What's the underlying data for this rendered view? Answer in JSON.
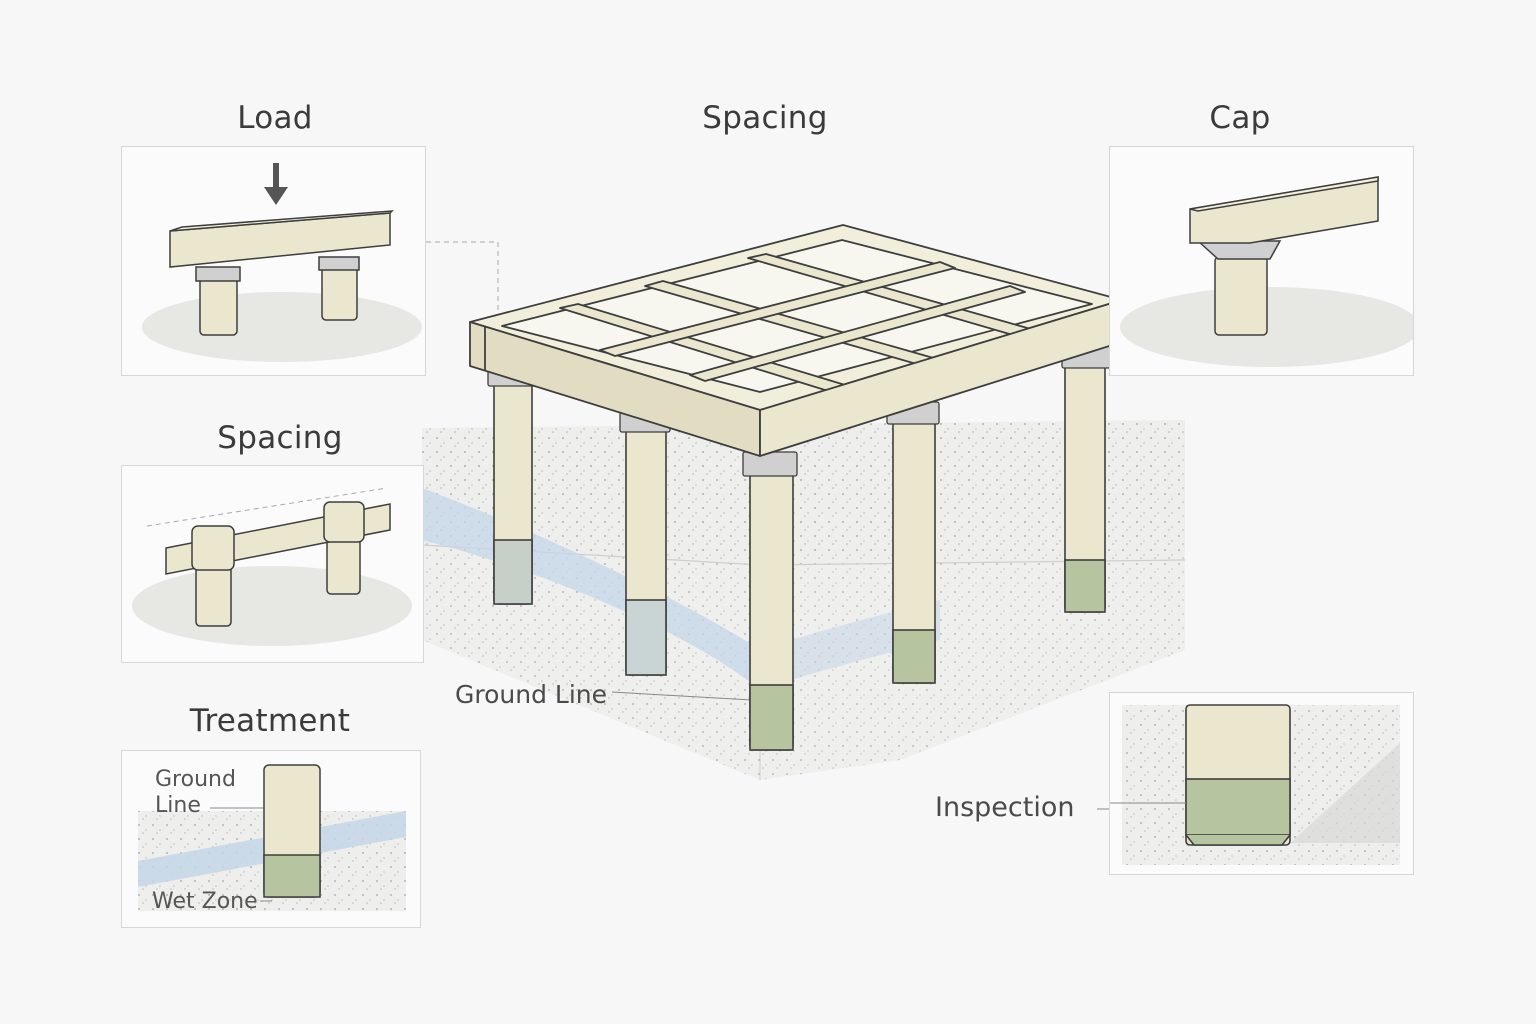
{
  "titles": {
    "load": "Load",
    "spacing_main": "Spacing",
    "cap": "Cap",
    "spacing_side": "Spacing",
    "treatment": "Treatment"
  },
  "labels": {
    "ground_line_main": "Ground Line",
    "inspection": "Inspection",
    "treatment_ground_line_1": "Ground",
    "treatment_ground_line_2": "Line",
    "treatment_wet_zone": "Wet Zone"
  },
  "colors": {
    "wood": "#ebe7cf",
    "wood_dark": "#d9d3b4",
    "treated": "#b7c4a0",
    "water": "#c4d6e8",
    "soil": "#ececea",
    "line": "#3e3e3e",
    "bracket": "#c9c9c9"
  }
}
